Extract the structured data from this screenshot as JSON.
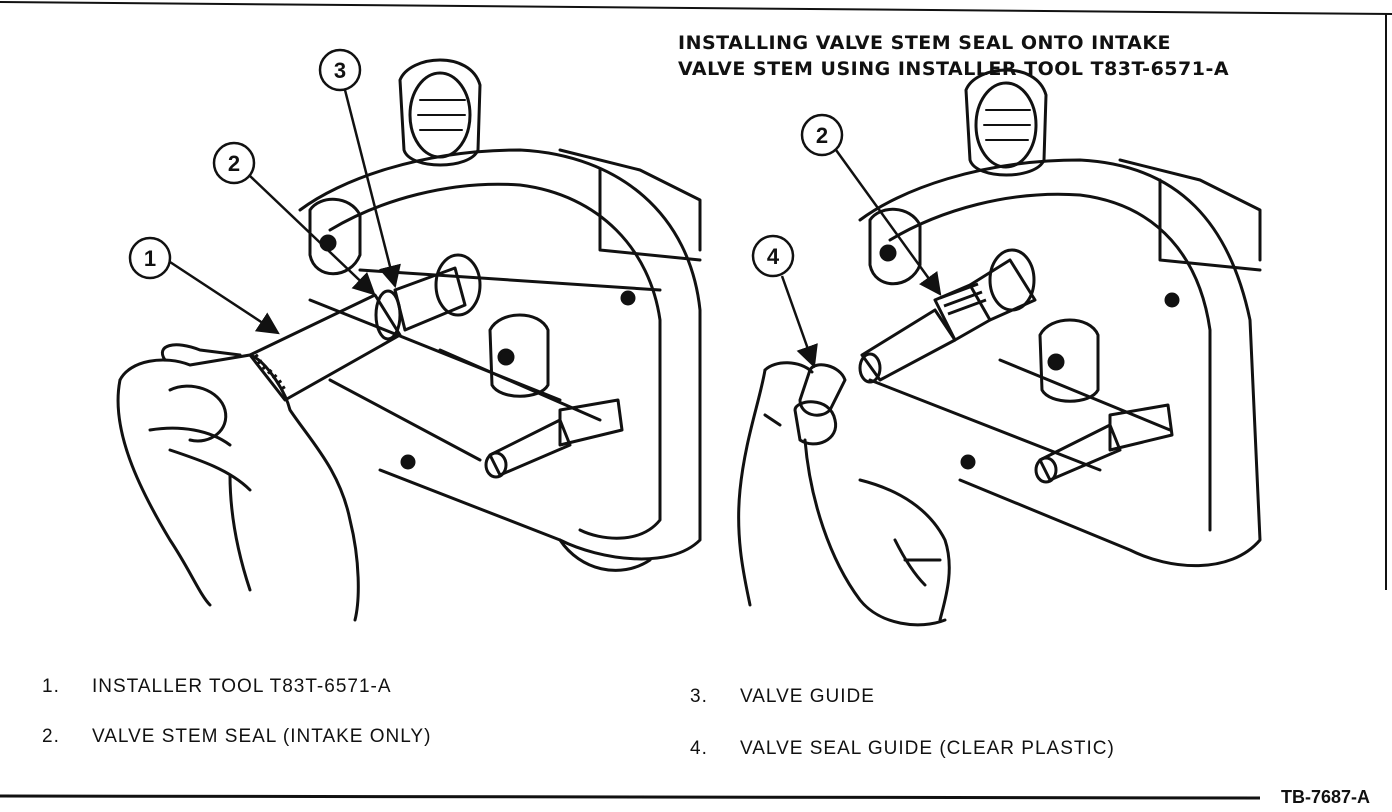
{
  "title": {
    "line1": "INSTALLING VALVE STEM SEAL ONTO INTAKE",
    "line2": "VALVE STEM USING INSTALLER TOOL T83T-6571-A"
  },
  "callouts": {
    "left": [
      "1",
      "2",
      "3"
    ],
    "right": [
      "2",
      "4"
    ]
  },
  "legend": [
    {
      "num": "1.",
      "label": "INSTALLER TOOL T83T-6571-A"
    },
    {
      "num": "2.",
      "label": "VALVE STEM SEAL (INTAKE ONLY)"
    },
    {
      "num": "3.",
      "label": "VALVE GUIDE"
    },
    {
      "num": "4.",
      "label": "VALVE SEAL GUIDE (CLEAR PLASTIC)"
    }
  ],
  "figure_id": "TB-7687-A"
}
